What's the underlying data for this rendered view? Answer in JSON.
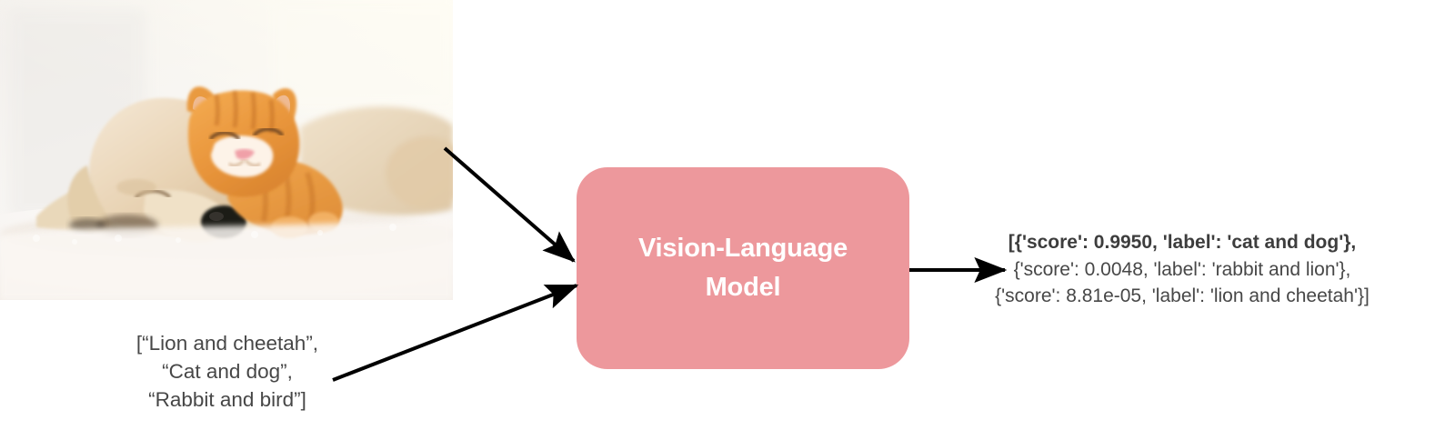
{
  "diagram": {
    "title": "Vision-Language Model zero-shot image classification pipeline",
    "accent_color": "#ed989c",
    "text_color": "#474747",
    "arrow_color": "#000000"
  },
  "input_image": {
    "alt": "Photograph of a sleeping golden retriever puppy and an orange tabby kitten cuddling on a white blanket",
    "subjects": [
      "puppy",
      "kitten"
    ]
  },
  "prompt": {
    "lines": [
      "[“Lion and cheetah”,",
      "“Cat and dog”,",
      "“Rabbit and bird”]"
    ]
  },
  "model": {
    "name_line_1": "Vision-Language",
    "name_line_2": "Model"
  },
  "output": {
    "lines": [
      "[{'score': 0.9950, 'label': 'cat and dog'},",
      "{'score': 0.0048, 'label': 'rabbit and lion'},",
      "{'score': 8.81e-05, 'label': 'lion and cheetah'}]"
    ],
    "predictions": [
      {
        "score": "0.9950",
        "label": "cat and dog",
        "highlighted": true
      },
      {
        "score": "0.0048",
        "label": "rabbit and lion",
        "highlighted": false
      },
      {
        "score": "8.81e-05",
        "label": "lion and cheetah",
        "highlighted": false
      }
    ]
  },
  "arrows": [
    {
      "name": "image-to-model-arrow",
      "from": "input-photo",
      "to": "model-box"
    },
    {
      "name": "prompt-to-model-arrow",
      "from": "prompt-text",
      "to": "model-box"
    },
    {
      "name": "model-to-output-arrow",
      "from": "model-box",
      "to": "output-text"
    }
  ]
}
